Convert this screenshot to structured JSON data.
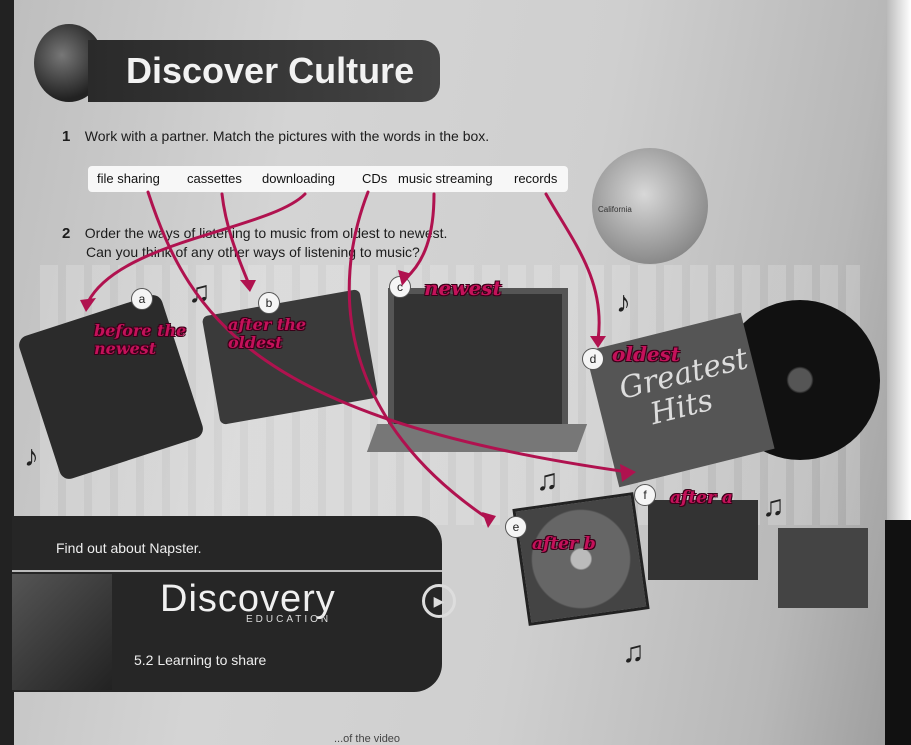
{
  "header": {
    "title": "Discover Culture"
  },
  "exercise1": {
    "number": "1",
    "text": "Work with a partner. Match the pictures with the words in the box."
  },
  "word_box": [
    "file sharing",
    "cassettes",
    "downloading",
    "CDs",
    "music streaming",
    "records"
  ],
  "exercise2": {
    "number": "2",
    "line1": "Order the ways of listening to music from oldest to newest.",
    "line2": "Can you think of any other ways of listening to music?"
  },
  "globe_label": "California",
  "pictures": [
    {
      "letter": "a",
      "note": "before the newest"
    },
    {
      "letter": "b",
      "note": "after the oldest"
    },
    {
      "letter": "c",
      "note": "newest"
    },
    {
      "letter": "d",
      "note": "oldest"
    },
    {
      "letter": "e",
      "note": "after b"
    },
    {
      "letter": "f",
      "note": "after a"
    }
  ],
  "record_sleeve": {
    "line1": "Greatest",
    "line2": "Hits"
  },
  "video": {
    "intro": "Find out about Napster.",
    "brand": "Discovery",
    "brand_sub": "EDUCATION",
    "episode": "5.2  Learning to share",
    "play_icon": "play-icon"
  },
  "footer_fragment": "...of the video",
  "colors": {
    "annotation": "#c4115a",
    "panel": "#262626"
  }
}
